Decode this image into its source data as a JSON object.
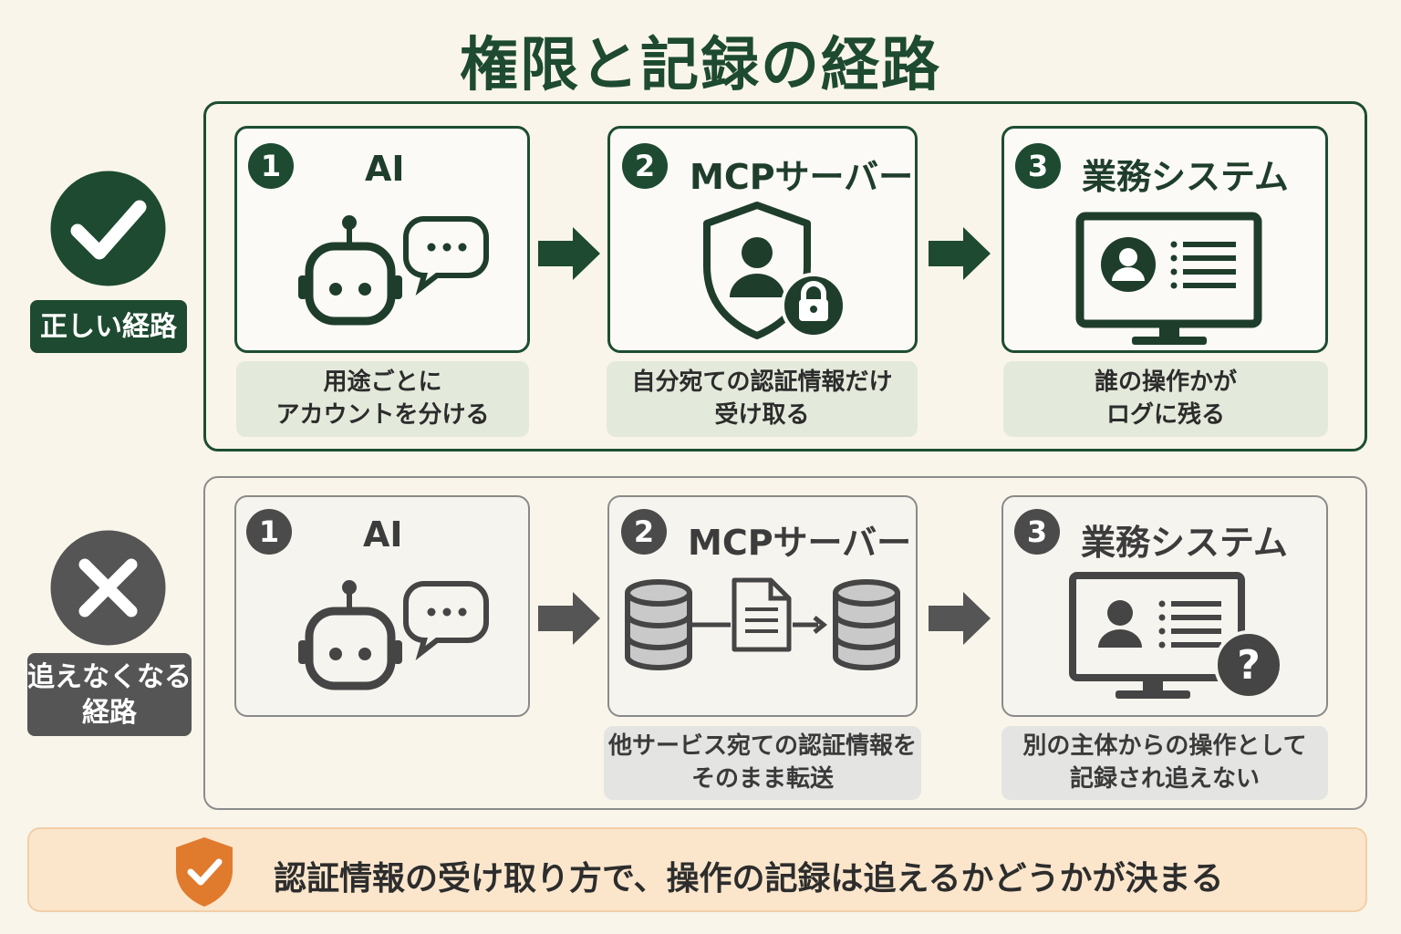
{
  "title": "権限と記録の経路",
  "colors": {
    "good_accent": "#1d4a30",
    "bad_accent": "#555555",
    "good_note_bg": "#e4eadb",
    "bad_note_bg": "#e4e4e2",
    "footer_bg": "#fbe6cc",
    "footer_icon": "#e07b2e"
  },
  "good_path": {
    "status_icon": "check-circle-icon",
    "label": "正しい経路",
    "steps": [
      {
        "num": "1",
        "title": "AI",
        "icon": "robot-chat-icon",
        "note": "用途ごとに\nアカウントを分ける"
      },
      {
        "num": "2",
        "title": "MCPサーバー",
        "icon": "shield-user-lock-icon",
        "note": "自分宛ての認証情報だけ\n受け取る"
      },
      {
        "num": "3",
        "title": "業務システム",
        "icon": "monitor-profile-icon",
        "note": "誰の操作かが\nログに残る"
      }
    ]
  },
  "bad_path": {
    "status_icon": "x-circle-icon",
    "label": "追えなくなる\n経路",
    "steps": [
      {
        "num": "1",
        "title": "AI",
        "icon": "robot-chat-icon",
        "note": ""
      },
      {
        "num": "2",
        "title": "MCPサーバー",
        "icon": "database-document-forward-icon",
        "note": "他サービス宛ての認証情報を\nそのまま転送"
      },
      {
        "num": "3",
        "title": "業務システム",
        "icon": "monitor-question-icon",
        "note": "別の主体からの操作として\n記録され追えない"
      }
    ]
  },
  "footer": {
    "icon": "shield-check-icon",
    "text": "認証情報の受け取り方で、操作の記録は追えるかどうかが決まる"
  }
}
